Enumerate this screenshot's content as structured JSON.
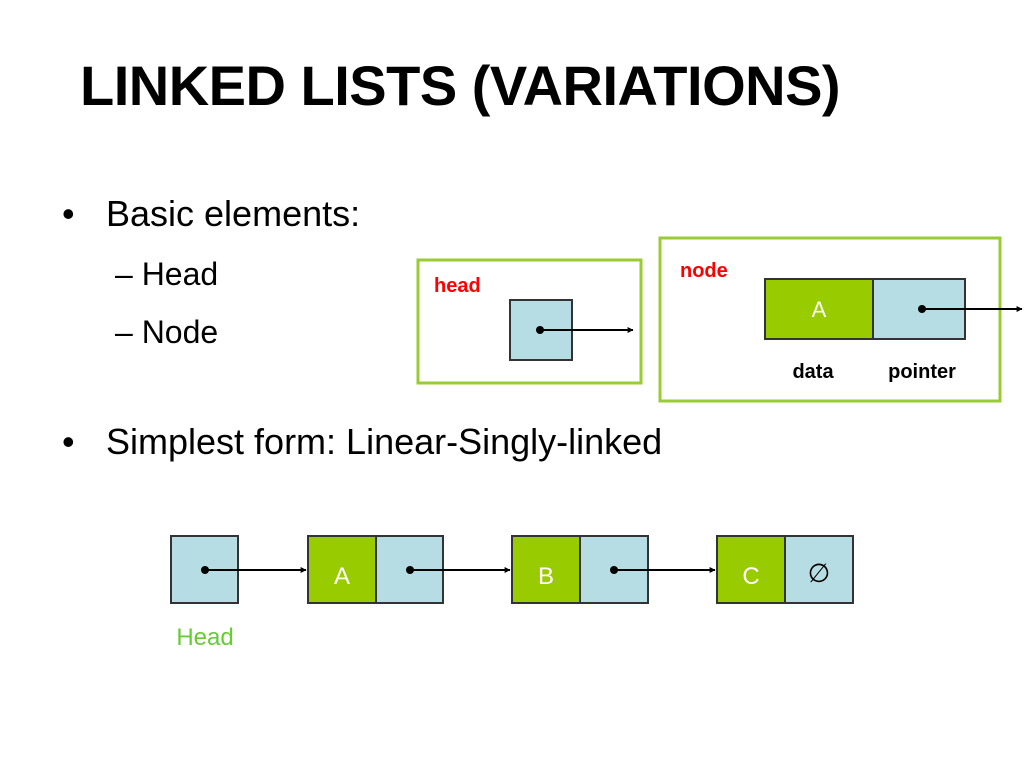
{
  "slide": {
    "title": "LINKED LISTS (VARIATIONS)",
    "bullets": [
      {
        "text": "Basic elements:",
        "subitems": [
          "Head",
          "Node"
        ]
      },
      {
        "text": "Simplest form: Linear-Singly-linked",
        "subitems": []
      }
    ]
  },
  "diagram_basic": {
    "head_box_label": "head",
    "node_box_label": "node",
    "node_data_value": "A",
    "data_caption": "data",
    "pointer_caption": "pointer"
  },
  "diagram_linear": {
    "head_caption": "Head",
    "nodes": [
      "A",
      "B",
      "C"
    ],
    "null_symbol": "∅"
  },
  "colors": {
    "green_fill": "#99cc00",
    "green_border": "#99cc33",
    "pointer_fill": "#b6dde3",
    "label_red": "#ff0000",
    "head_caption_green": "#66cc33"
  }
}
